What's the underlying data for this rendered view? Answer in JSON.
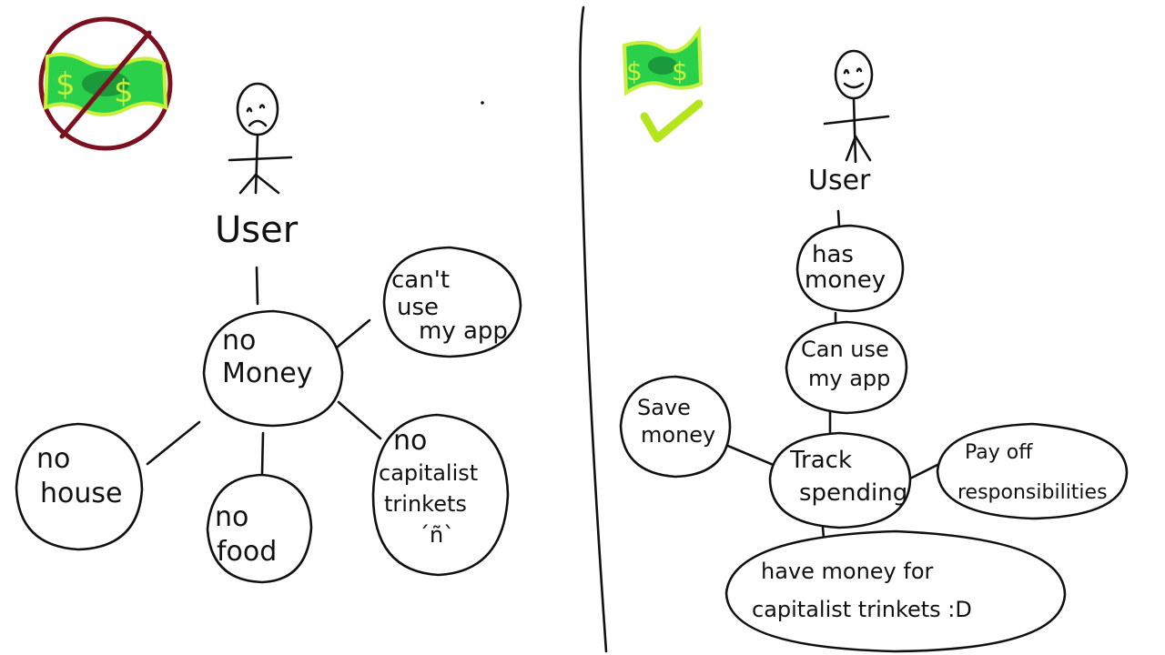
{
  "left_panel": {
    "user_label": "User",
    "center": "no Money",
    "nodes": {
      "cant_use_app": "can't use my app",
      "no_trinkets": "no capitalist trinkets ´ñ`",
      "no_house": "no house",
      "no_food": "no food"
    }
  },
  "right_panel": {
    "user_label": "User",
    "nodes": {
      "has_money": "has money",
      "can_use_app": "Can use my app",
      "track_spending": "Track spending",
      "save_money": "Save money",
      "pay_off": "Pay off responsibilities",
      "have_money": "have money for capitalist trinkets :D"
    }
  },
  "icons": {
    "no_money": "no-money-icon",
    "money": "money-icon",
    "checkmark": "checkmark-icon"
  },
  "colors": {
    "money_green": "#2bd04a",
    "money_lime": "#c8f03a",
    "money_dark": "#1a9a3a",
    "prohibit_red": "#7a1020",
    "check_lime": "#b5e61d",
    "ink": "#111111"
  }
}
